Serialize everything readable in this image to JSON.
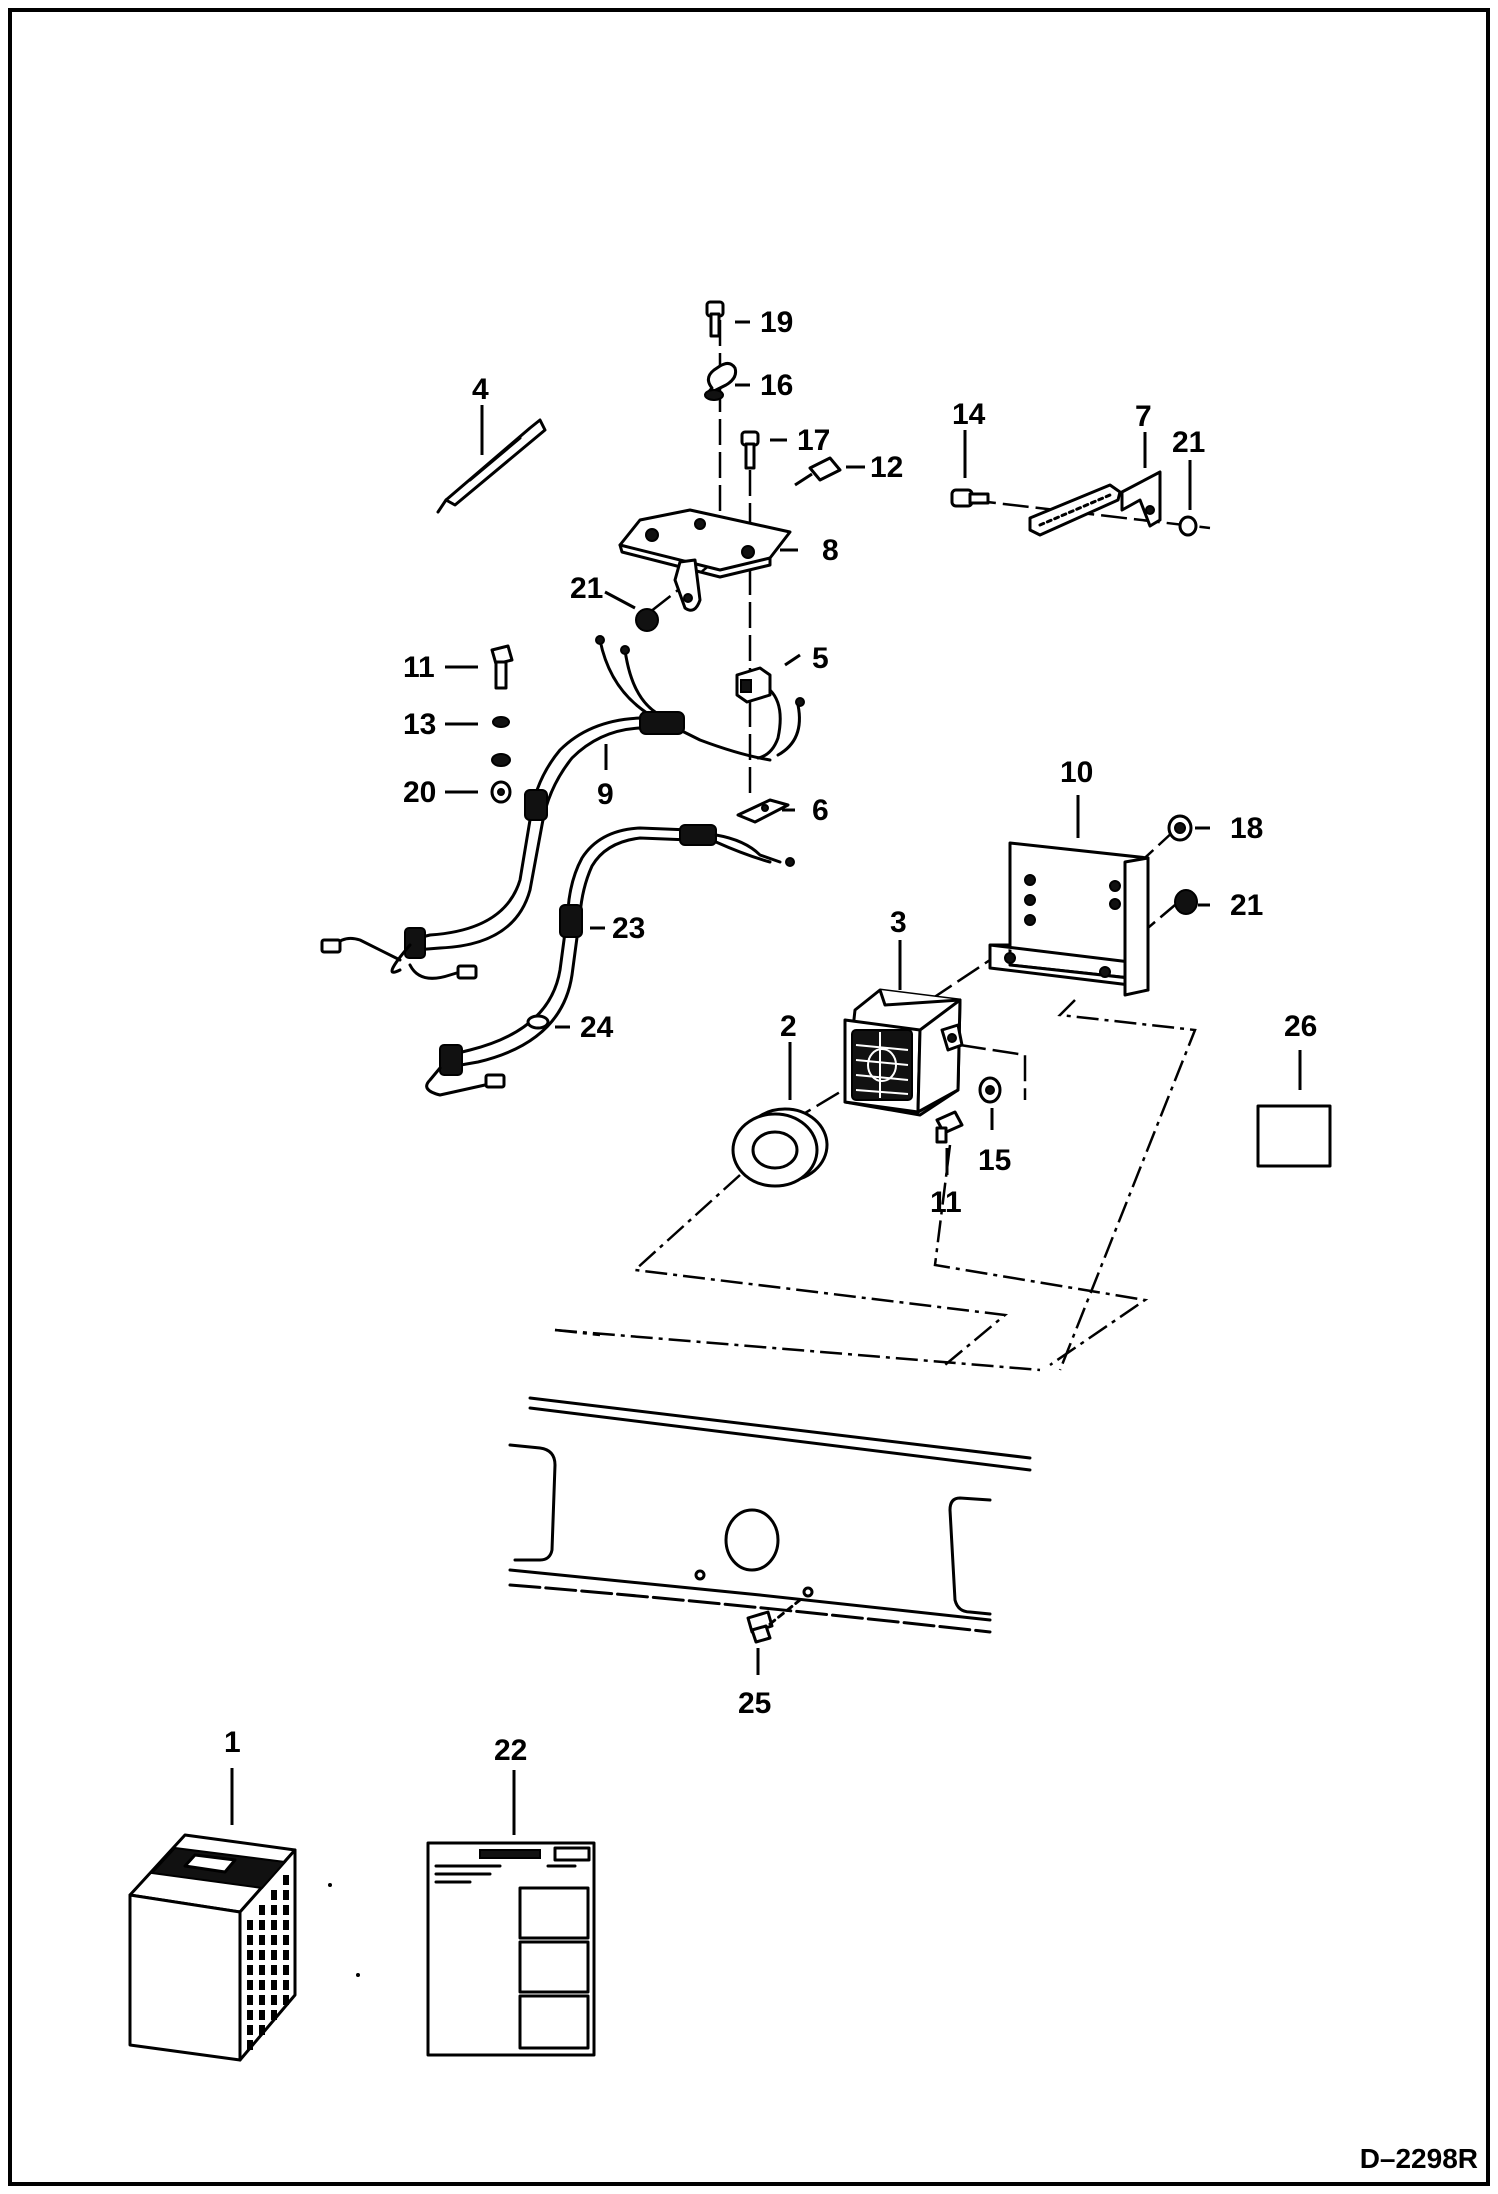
{
  "callouts": {
    "c1": "1",
    "c2": "2",
    "c3": "3",
    "c4": "4",
    "c5": "5",
    "c6": "6",
    "c7": "7",
    "c8": "8",
    "c9": "9",
    "c10": "10",
    "c11a": "11",
    "c11b": "11",
    "c12": "12",
    "c13": "13",
    "c14": "14",
    "c15": "15",
    "c16": "16",
    "c17": "17",
    "c18": "18",
    "c19": "19",
    "c20": "20",
    "c21a": "21",
    "c21b": "21",
    "c21c": "21",
    "c22": "22",
    "c23": "23",
    "c24": "24",
    "c25": "25",
    "c26": "26"
  },
  "drawing_code": "D–2298R"
}
